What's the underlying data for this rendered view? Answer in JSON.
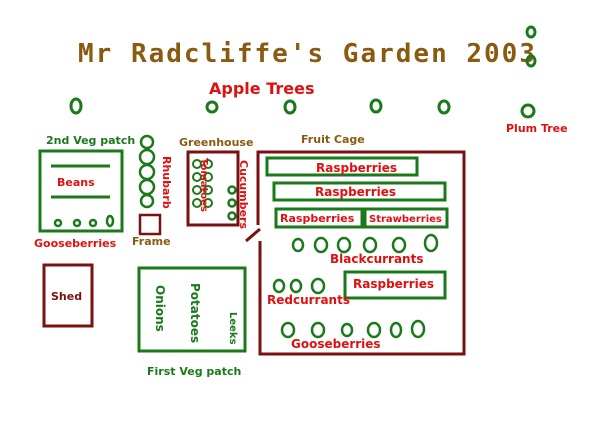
{
  "title": "Mr Radcliffe's Garden  2003",
  "colors": {
    "green": "#1a7a1a",
    "red": "#e01010",
    "brown": "#7a1010",
    "olive": "#8a5a10"
  },
  "labels": {
    "apple_trees": "Apple Trees",
    "plum_tree": "Plum Tree",
    "second_veg_patch": "2nd Veg patch",
    "beans": "Beans",
    "gooseberries_left": "Gooseberries",
    "rhubarb": "Rhubarb",
    "frame": "Frame",
    "greenhouse": "Greenhouse",
    "tomatoes": "Tomatoes",
    "cucumbers": "Cucumbers",
    "fruit_cage": "Fruit Cage",
    "raspberries_1": "Raspberries",
    "raspberries_2": "Raspberries",
    "raspberries_3": "Raspberries",
    "strawberries": "Strawberries",
    "blackcurrants": "Blackcurrants",
    "raspberries_4": "Raspberries",
    "redcurrants": "Redcurrants",
    "gooseberries_cage": "Gooseberries",
    "shed": "Shed",
    "onions": "Onions",
    "potatoes": "Potatoes",
    "leeks": "Leeks",
    "first_veg_patch": "First Veg patch"
  }
}
